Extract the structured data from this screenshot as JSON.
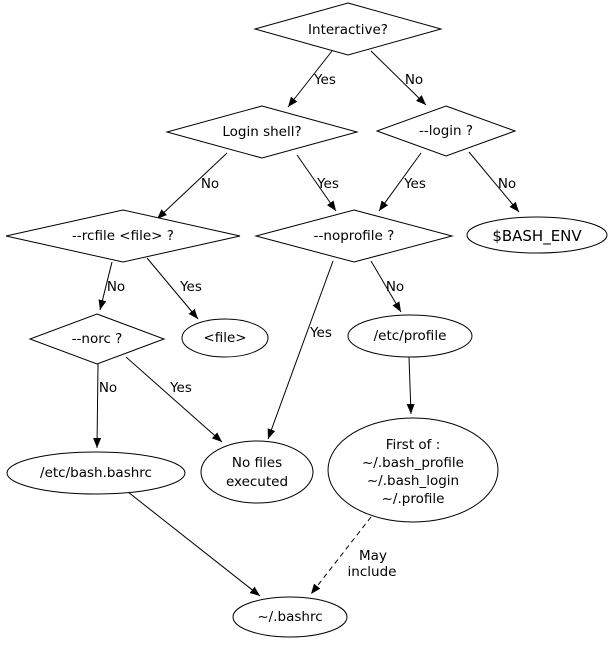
{
  "diagram": {
    "background_color": "#ffffff",
    "line_color": "#000000",
    "text_color": "#000000",
    "nodes": {
      "interactive": {
        "label": "Interactive?",
        "shape": "diamond"
      },
      "login_shell": {
        "label": "Login shell?",
        "shape": "diamond"
      },
      "login_flag": {
        "label": "--login ?",
        "shape": "diamond"
      },
      "rcfile": {
        "label": "--rcfile <file> ?",
        "shape": "diamond"
      },
      "noprofile": {
        "label": "--noprofile ?",
        "shape": "diamond"
      },
      "bash_env": {
        "label": "$BASH_ENV",
        "shape": "ellipse"
      },
      "norc": {
        "label": "--norc ?",
        "shape": "diamond"
      },
      "file": {
        "label": "<file>",
        "shape": "ellipse"
      },
      "etc_profile": {
        "label": "/etc/profile",
        "shape": "ellipse"
      },
      "etc_bash_bashrc": {
        "label": "/etc/bash.bashrc",
        "shape": "ellipse"
      },
      "no_files": {
        "line1": "No files",
        "line2": "executed",
        "shape": "ellipse"
      },
      "first_of": {
        "line1": "First of :",
        "line2": "~/.bash_profile",
        "line3": "~/.bash_login",
        "line4": "~/.profile",
        "shape": "ellipse"
      },
      "bashrc": {
        "label": "~/.bashrc",
        "shape": "ellipse"
      }
    },
    "edges": {
      "interactive_yes": "Yes",
      "interactive_no": "No",
      "login_shell_no": "No",
      "login_shell_yes": "Yes",
      "login_flag_yes": "Yes",
      "login_flag_no": "No",
      "rcfile_no": "No",
      "rcfile_yes": "Yes",
      "noprofile_yes": "Yes",
      "noprofile_no": "No",
      "norc_no": "No",
      "norc_yes": "Yes",
      "may_include_line1": "May",
      "may_include_line2": "include"
    }
  }
}
